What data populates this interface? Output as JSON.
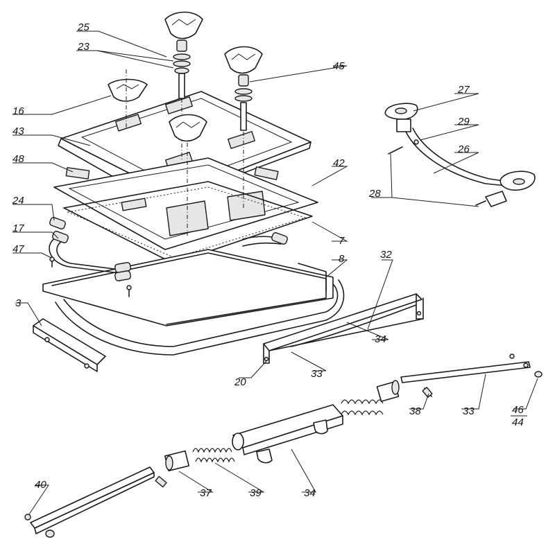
{
  "callouts": {
    "c3": "3",
    "c7": "7",
    "c8": "8",
    "c16": "16",
    "c17": "17",
    "c20": "20",
    "c23": "23",
    "c24": "24",
    "c25": "25",
    "c26": "26",
    "c27": "27",
    "c28": "28",
    "c29": "29",
    "c32": "32",
    "c33a": "33",
    "c33b": "33",
    "c34a": "34",
    "c34b": "34",
    "c37": "37",
    "c38": "38",
    "c39": "39",
    "c40": "40",
    "c42": "42",
    "c43": "43",
    "c44": "44",
    "c45": "45",
    "c46": "46",
    "c47": "47",
    "c48": "48"
  },
  "colors": {
    "line": "#1a1a1a",
    "background": "#ffffff",
    "shade": "#e6e6e6"
  }
}
